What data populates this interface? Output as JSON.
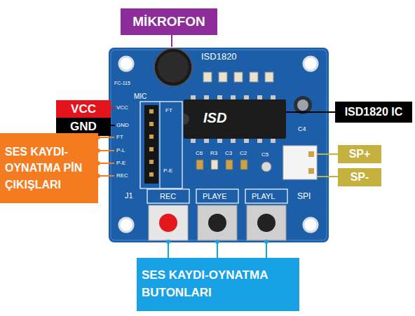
{
  "diagram": {
    "nodes": [
      {
        "text": [
          "MİKROFON"
        ]
      },
      {
        "text": [
          "VCC"
        ]
      },
      {
        "text": [
          "GND"
        ]
      },
      {
        "text": [
          "SES KAYDI- OYNATMA PİN ÇIKIŞLARI"
        ]
      },
      {
        "text": [
          "ISD1820 IC"
        ]
      },
      {
        "text": [
          "SP+"
        ]
      },
      {
        "text": [
          "SP-"
        ]
      },
      {
        "text": [
          "SES KAYDI-OYNATMA BUTONLARI"
        ]
      }
    ],
    "labels": [
      "ISD1820",
      "FC-115",
      "MIC",
      "VCC",
      "GND",
      "FT",
      "P-L",
      "P-E",
      "REC",
      "FT",
      "P-E",
      "ISD",
      "C4",
      "C6",
      "R3",
      "C3",
      "C2",
      "C5",
      "J1",
      "REC",
      "PLAYE",
      "PLAYL",
      "SPI"
    ]
  }
}
